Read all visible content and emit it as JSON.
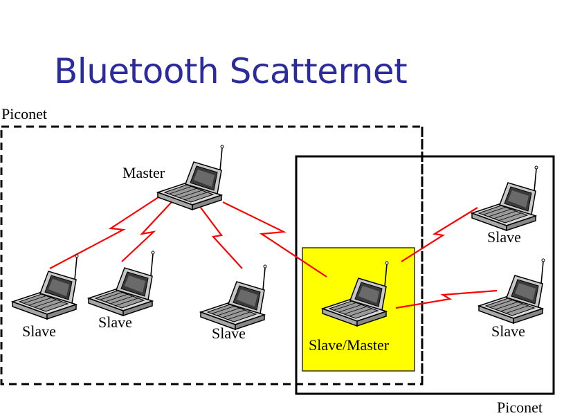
{
  "title": "Bluetooth Scatternet",
  "piconets": [
    {
      "label": "Piconet",
      "style": "dashed"
    },
    {
      "label": "Piconet",
      "style": "solid"
    }
  ],
  "devices": {
    "master": {
      "label": "Master"
    },
    "slave_1": {
      "label": "Slave"
    },
    "slave_2": {
      "label": "Slave"
    },
    "slave_3": {
      "label": "Slave"
    },
    "bridge": {
      "label": "Slave/Master",
      "highlight": "#ffff00"
    },
    "slave_4": {
      "label": "Slave"
    },
    "slave_5": {
      "label": "Slave"
    }
  },
  "colors": {
    "title": "#2b2b9e",
    "link": "#ff0000",
    "highlight": "#ffff00"
  }
}
